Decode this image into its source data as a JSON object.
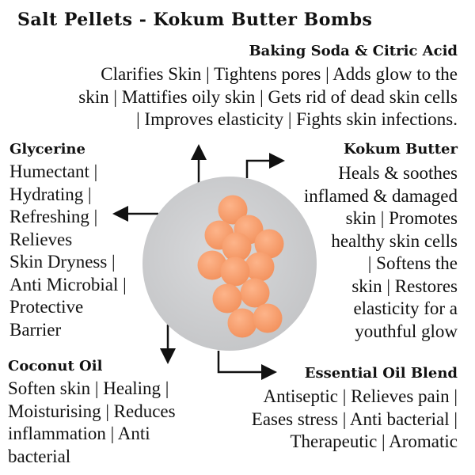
{
  "title": "Salt Pellets - Kokum Butter Bombs",
  "sections": {
    "baking_soda": {
      "heading": "Baking Soda & Citric Acid",
      "lines": [
        "Clarifies Skin | Tightens pores | Adds glow to the",
        "skin | Mattifies oily skin | Gets rid of dead skin cells",
        "| Improves elasticity | Fights skin infections."
      ]
    },
    "glycerine": {
      "heading": "Glycerine",
      "lines": [
        "Humectant |",
        "Hydrating |",
        "Refreshing |",
        "Relieves",
        "Skin Dryness |",
        "Anti Microbial |",
        "Protective",
        "Barrier"
      ]
    },
    "kokum": {
      "heading": "Kokum Butter",
      "lines": [
        "Heals & soothes",
        "inflamed & damaged",
        "skin | Promotes",
        "healthy skin cells",
        "| Softens the",
        "skin | Restores",
        "elasticity for a",
        "youthful glow"
      ]
    },
    "coconut": {
      "heading": "Coconut Oil",
      "lines": [
        "Soften skin | Healing |",
        "Moisturising | Reduces",
        "inflammation | Anti",
        "bacterial"
      ]
    },
    "essential": {
      "heading": "Essential Oil Blend",
      "lines": [
        "Antiseptic | Relieves pain |",
        "Eases stress | Anti bacterial |",
        "Therapeutic | Aromatic"
      ]
    }
  },
  "colors": {
    "ball": "#f9a274",
    "plate": "#cfd0d2"
  }
}
